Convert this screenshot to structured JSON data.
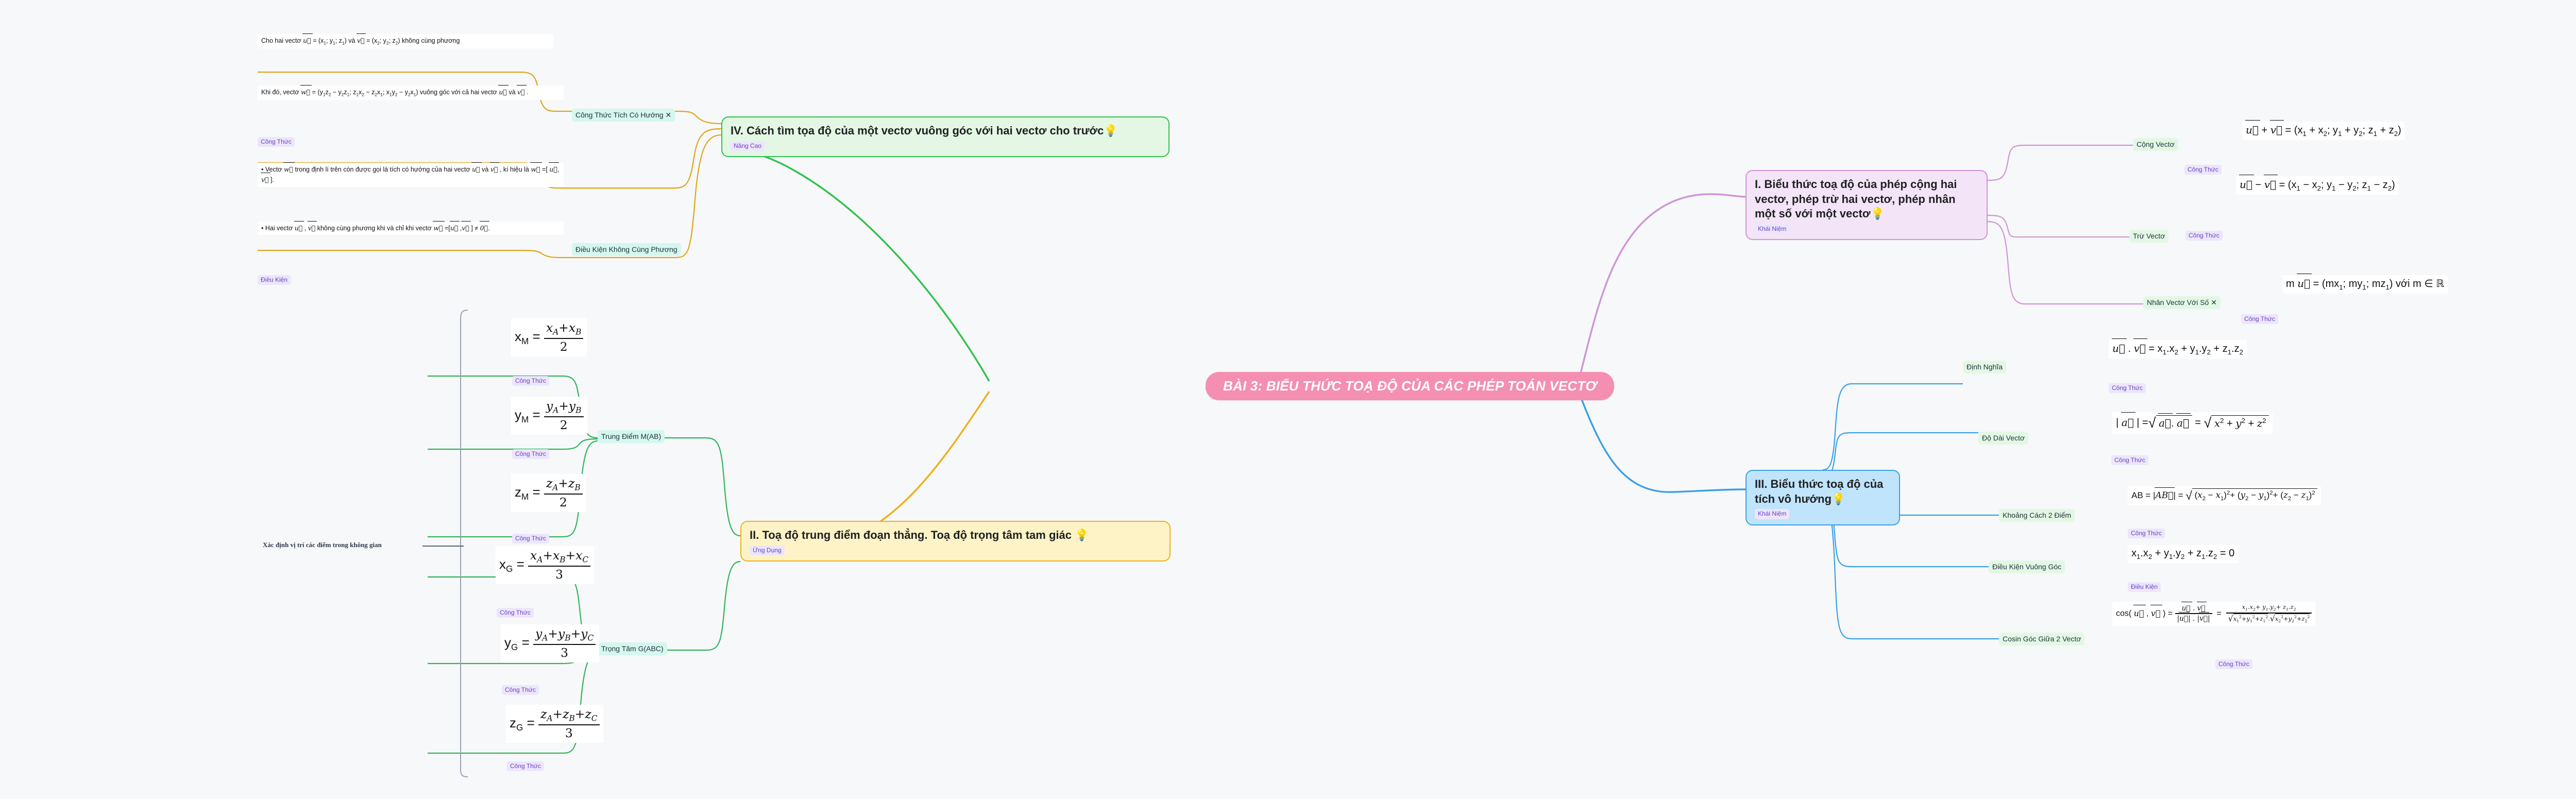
{
  "central": {
    "label": "BÀI 3: BIỂU THỨC TOẠ ĐỘ CỦA CÁC PHÉP TOÁN VECTƠ",
    "color": "#f48fb1"
  },
  "branches": {
    "i": {
      "title": "I. Biểu thức toạ độ của phép cộng hai vectơ, phép trừ hai vectơ, phép nhân một số với một vectơ",
      "bulb": "💡",
      "tag": "Khái Niệm",
      "color": "#cf94d8",
      "children": [
        {
          "chip": "Cộng Vectơ",
          "tag": "Công Thức"
        },
        {
          "chip": "Trừ Vectơ",
          "tag": "Công Thức"
        },
        {
          "chip": "Nhân Vectơ Với Số ✕",
          "tag": "Công Thức"
        }
      ]
    },
    "iii": {
      "title": "III. Biểu thức toạ độ của tích vô hướng",
      "bulb": "💡",
      "tag": "Khái Niệm",
      "color": "#3aa0e8",
      "children": [
        {
          "chip": "Định Nghĩa",
          "tag": "Công Thức"
        },
        {
          "chip": "Độ Dài Vectơ",
          "tag": "Công Thức"
        },
        {
          "chip": "Khoảng Cách 2 Điểm",
          "tag": "Công Thức"
        },
        {
          "chip": "Điều Kiện Vuông Góc",
          "tag": "Điều Kiện"
        },
        {
          "chip": "Cosin Góc Giữa 2 Vectơ",
          "tag": "Công Thức"
        }
      ]
    },
    "iv": {
      "title": "IV. Cách tìm tọa độ của một vectơ vuông góc với hai vectơ cho trước",
      "bulb": "💡",
      "tag": "Nâng Cao",
      "color": "#2fc14e",
      "children": [
        {
          "chip": "Công Thức Tích Có Hướng ✕",
          "tag": "Công Thức"
        },
        {
          "chip": "Điều Kiện Không Cùng Phương",
          "tag": "Điều Kiện"
        }
      ]
    },
    "ii": {
      "title": "II. Toạ độ trung điểm đoạn thẳng. Toạ độ trọng tâm tam giác",
      "bulb": "💡",
      "tag": "Ứng Dụng",
      "color": "#efb017",
      "children": [
        {
          "chip": "Trung Điểm M(AB)",
          "tag": "Công Thức"
        },
        {
          "chip": "Trọng Tâm G(ABC)",
          "tag": "Công Thức"
        }
      ],
      "side_note": "Xác định vị trí các điểm trong không gian"
    }
  },
  "formulas": {
    "add": "u⃗ + v⃗ = (x₁ + x₂; y₁ + y₂; z₁ + z₂)",
    "sub": "u⃗ − v⃗ = (x₁ − x₂; y₁ − y₂; z₁ − z₂)",
    "scale": "m u⃗ = (mx₁; my₁; mz₁) với m ∈ ℝ",
    "dot": "u⃗ . v⃗ = x₁.x₂ + y₁.y₂ + z₁.z₂",
    "length": "| a⃗ | = √( a⃗ . a⃗ ) = √(x² + y² + z²)",
    "distance": "AB = |AB⃗| = √((x₂ − x₁)² + (y₂ − y₁)² + (z₂ − z₁)²)",
    "perp": "x₁.x₂ + y₁.y₂ + z₁.z₂ = 0",
    "cos": "cos( u⃗ , v⃗ ) = (u⃗ . v⃗) / (|u⃗| . |v⃗|) = (x₁.x₂ + y₁.y₂ + z₁.z₂) / (√(x₁²+y₁²+z₁²) . √(x₂²+y₂²+z₂²))",
    "xm": "x_M = (x_A + x_B)/2",
    "ym": "y_M = (y_A + y_B)/2",
    "zm": "z_M = (z_A + z_B)/2",
    "xg": "x_G = (x_A + x_B + x_C)/3",
    "yg": "y_G = (y_A + y_B + y_C)/3",
    "zg": "z_G = (z_A + z_B + z_C)/3",
    "given": "Cho hai vectơ u⃗ = (x₁; y₁; z₁) và v⃗ = (x₂; y₂; z₂) không cùng phương",
    "cross": "Khi đó, vectơ w⃗ = (y₁z₂ − y₂z₁; z₁x₂ − z₂x₁; x₁y₂ − y₂x₁) vuông góc với cả hai vectơ u⃗ và v⃗ .",
    "cross_note": "• Vectơ w⃗ trong định lí trên còn được gọi là tích có hướng của hai vectơ u⃗ và v⃗ , kí hiệu là w⃗ = [ u⃗ , v⃗ ].",
    "noncollinear": "• Hai vectơ u⃗ , v⃗ không cùng phương khi và chỉ khi vectơ w⃗ = [ u⃗ , v⃗ ] ≠ 0⃗ ."
  }
}
